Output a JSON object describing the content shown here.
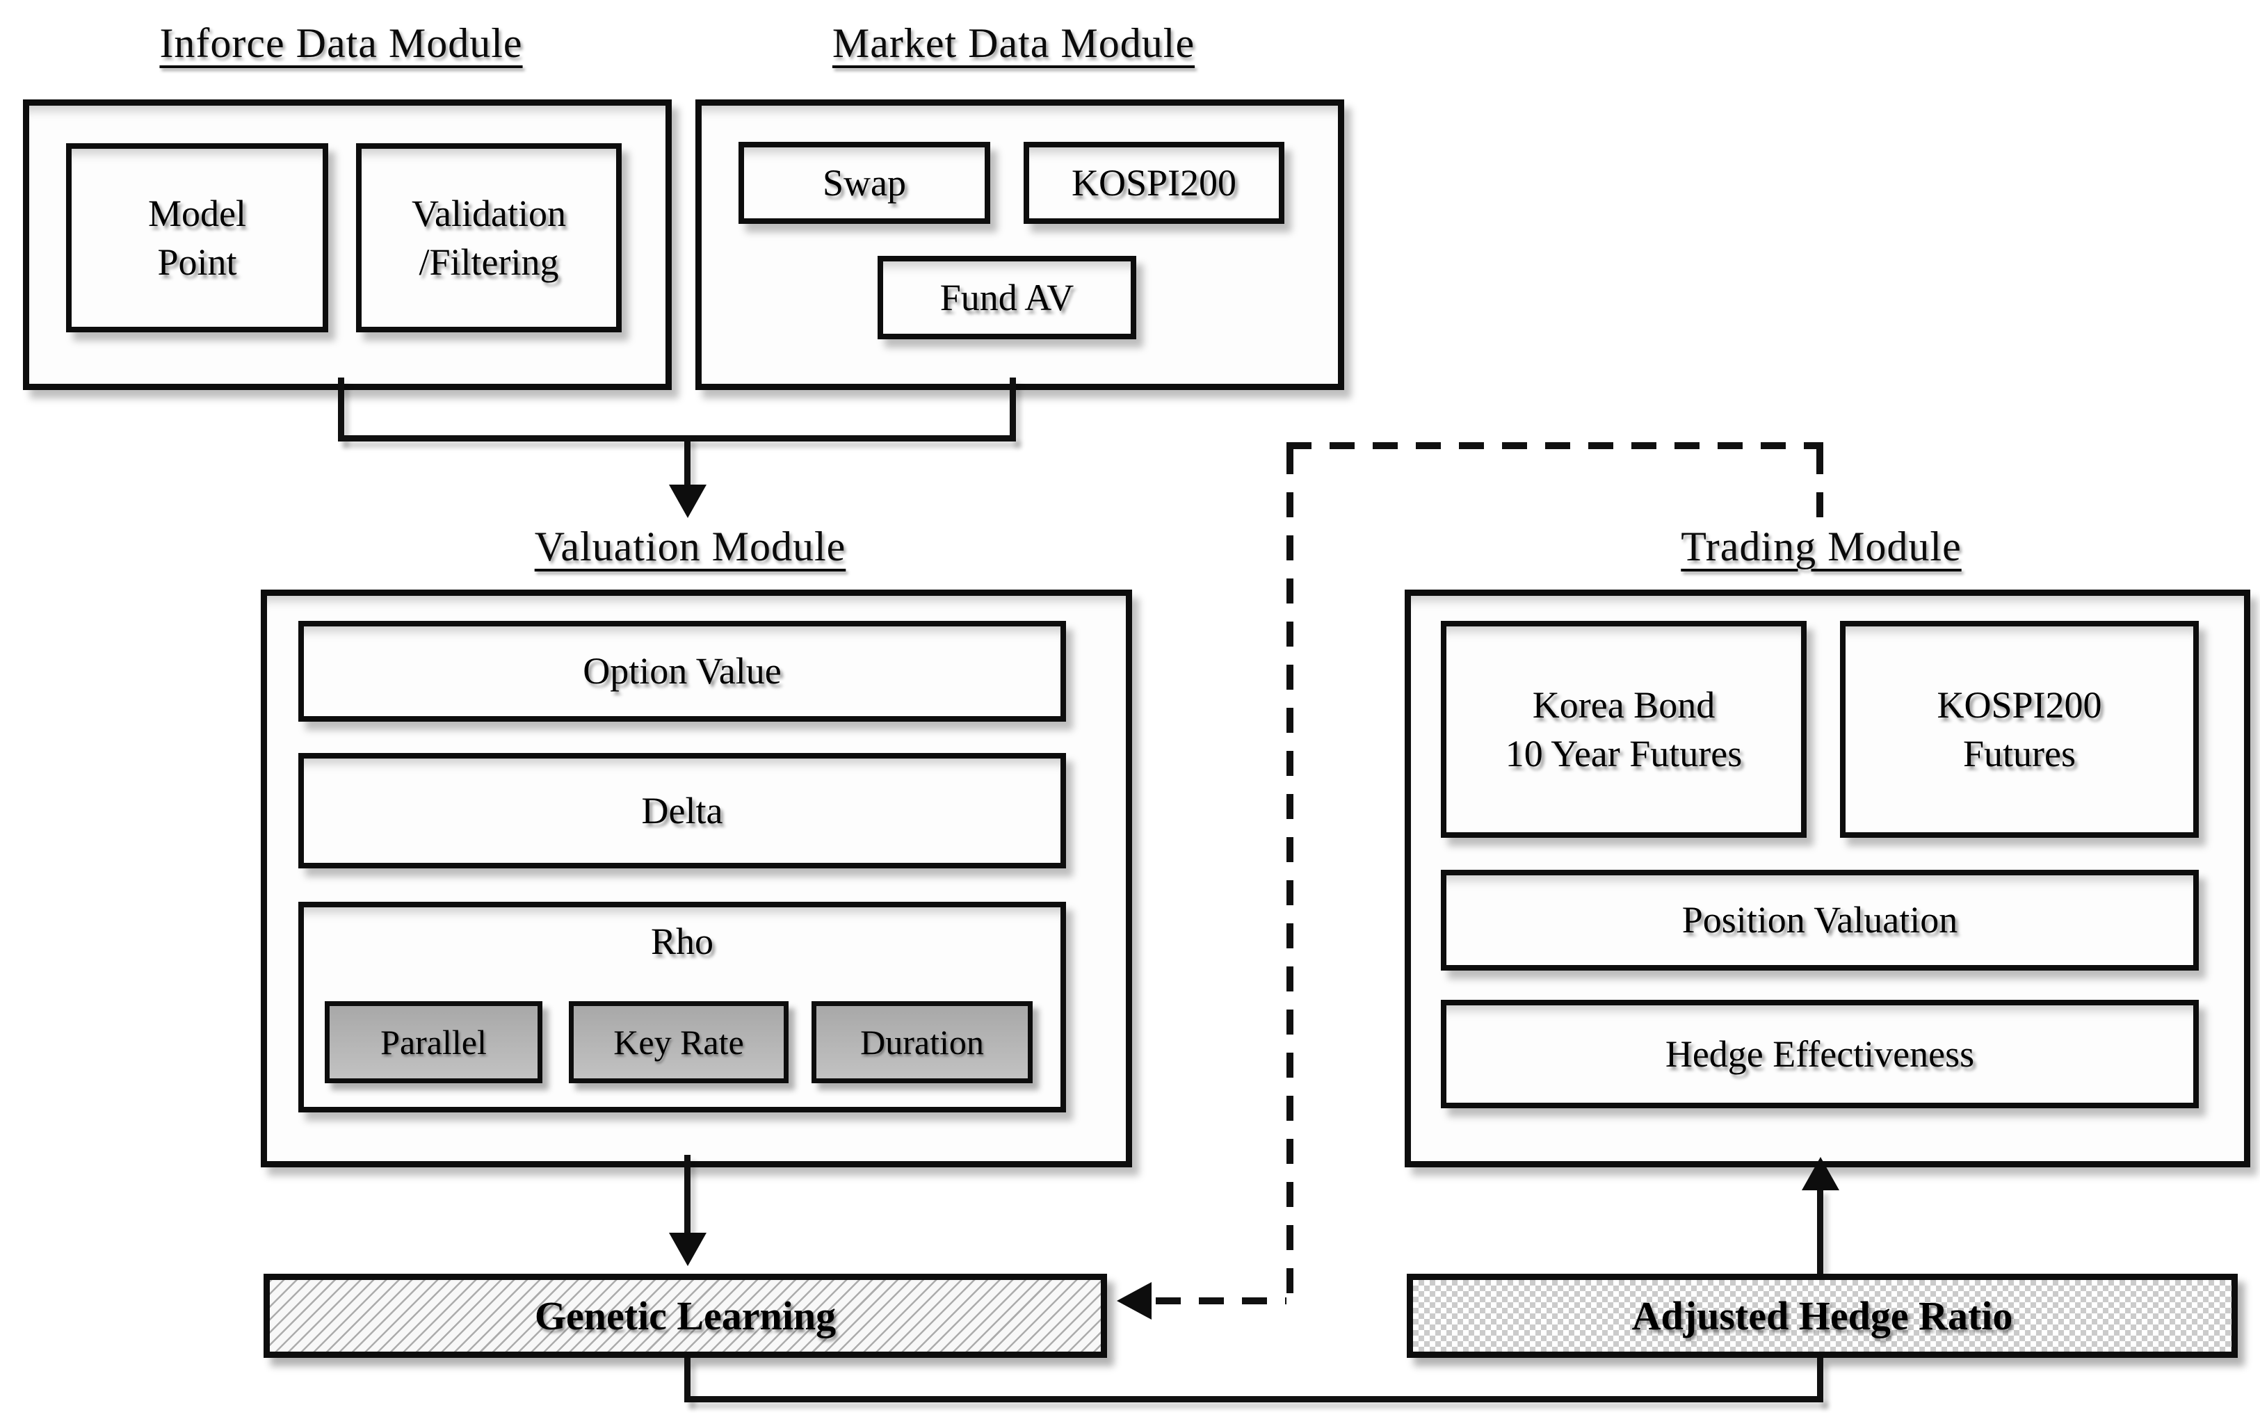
{
  "diagram": {
    "inforce": {
      "title": "Inforce Data Module",
      "model_point": "Model\nPoint",
      "validation": "Validation\n/Filtering"
    },
    "market": {
      "title": "Market Data Module",
      "swap": "Swap",
      "kospi200": "KOSPI200",
      "fund_av": "Fund AV"
    },
    "valuation": {
      "title": "Valuation Module",
      "option_value": "Option Value",
      "delta": "Delta",
      "rho": "Rho",
      "parallel": "Parallel",
      "key_rate": "Key Rate",
      "duration": "Duration"
    },
    "trading": {
      "title": "Trading Module",
      "korea_bond": "Korea Bond\n10 Year Futures",
      "kospi_futures": "KOSPI200\nFutures",
      "position_valuation": "Position Valuation",
      "hedge_effectiveness": "Hedge Effectiveness"
    },
    "genetic_learning": "Genetic Learning",
    "adjusted_hedge_ratio": "Adjusted Hedge Ratio",
    "colors": {
      "line": "#000000",
      "box_fill": "#ffffff",
      "gray_box": "#b3b3b3",
      "hatch_stroke": "#6e6e6e",
      "checker": "#cbcbcb"
    }
  }
}
